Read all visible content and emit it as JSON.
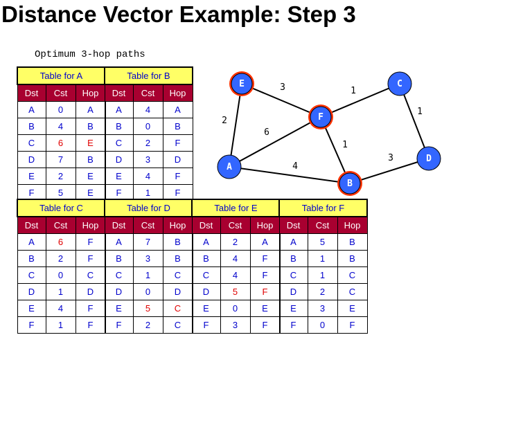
{
  "title": "Distance Vector Example: Step 3",
  "subtitle": "Optimum 3-hop paths",
  "tables": [
    {
      "title": "Table for A",
      "headers": [
        "Dst",
        "Cst",
        "Hop"
      ],
      "rows": [
        [
          "A",
          "0",
          "A"
        ],
        [
          "B",
          "4",
          "B"
        ],
        [
          "C",
          "6",
          "E"
        ],
        [
          "D",
          "7",
          "B"
        ],
        [
          "E",
          "2",
          "E"
        ],
        [
          "F",
          "5",
          "E"
        ]
      ],
      "changed": [
        [
          2,
          1
        ],
        [
          2,
          2
        ]
      ]
    },
    {
      "title": "Table for B",
      "headers": [
        "Dst",
        "Cst",
        "Hop"
      ],
      "rows": [
        [
          "A",
          "4",
          "A"
        ],
        [
          "B",
          "0",
          "B"
        ],
        [
          "C",
          "2",
          "F"
        ],
        [
          "D",
          "3",
          "D"
        ],
        [
          "E",
          "4",
          "F"
        ],
        [
          "F",
          "1",
          "F"
        ]
      ],
      "changed": []
    },
    {
      "title": "Table for C",
      "headers": [
        "Dst",
        "Cst",
        "Hop"
      ],
      "rows": [
        [
          "A",
          "6",
          "F"
        ],
        [
          "B",
          "2",
          "F"
        ],
        [
          "C",
          "0",
          "C"
        ],
        [
          "D",
          "1",
          "D"
        ],
        [
          "E",
          "4",
          "F"
        ],
        [
          "F",
          "1",
          "F"
        ]
      ],
      "changed": [
        [
          0,
          1
        ]
      ]
    },
    {
      "title": "Table for D",
      "headers": [
        "Dst",
        "Cst",
        "Hop"
      ],
      "rows": [
        [
          "A",
          "7",
          "B"
        ],
        [
          "B",
          "3",
          "B"
        ],
        [
          "C",
          "1",
          "C"
        ],
        [
          "D",
          "0",
          "D"
        ],
        [
          "E",
          "5",
          "C"
        ],
        [
          "F",
          "2",
          "C"
        ]
      ],
      "changed": [
        [
          4,
          1
        ],
        [
          4,
          2
        ]
      ]
    },
    {
      "title": "Table for E",
      "headers": [
        "Dst",
        "Cst",
        "Hop"
      ],
      "rows": [
        [
          "A",
          "2",
          "A"
        ],
        [
          "B",
          "4",
          "F"
        ],
        [
          "C",
          "4",
          "F"
        ],
        [
          "D",
          "5",
          "F"
        ],
        [
          "E",
          "0",
          "E"
        ],
        [
          "F",
          "3",
          "F"
        ]
      ],
      "changed": [
        [
          3,
          1
        ],
        [
          3,
          2
        ]
      ]
    },
    {
      "title": "Table for F",
      "headers": [
        "Dst",
        "Cst",
        "Hop"
      ],
      "rows": [
        [
          "A",
          "5",
          "B"
        ],
        [
          "B",
          "1",
          "B"
        ],
        [
          "C",
          "1",
          "C"
        ],
        [
          "D",
          "2",
          "C"
        ],
        [
          "E",
          "3",
          "E"
        ],
        [
          "F",
          "0",
          "F"
        ]
      ],
      "changed": []
    }
  ],
  "graph": {
    "nodes": [
      {
        "id": "E",
        "highlighted": true
      },
      {
        "id": "C",
        "highlighted": false
      },
      {
        "id": "F",
        "highlighted": true
      },
      {
        "id": "A",
        "highlighted": false
      },
      {
        "id": "D",
        "highlighted": false
      },
      {
        "id": "B",
        "highlighted": true
      }
    ],
    "edges": [
      {
        "from": "E",
        "to": "F",
        "weight": "3"
      },
      {
        "from": "F",
        "to": "C",
        "weight": "1"
      },
      {
        "from": "C",
        "to": "D",
        "weight": "1"
      },
      {
        "from": "E",
        "to": "A",
        "weight": "2"
      },
      {
        "from": "A",
        "to": "F",
        "weight": "6"
      },
      {
        "from": "F",
        "to": "B",
        "weight": "1"
      },
      {
        "from": "A",
        "to": "B",
        "weight": "4"
      },
      {
        "from": "B",
        "to": "D",
        "weight": "3"
      }
    ],
    "colors": {
      "node": "#3366ff",
      "highlight_ring": "#ff3300",
      "node_border": "#000000"
    }
  }
}
